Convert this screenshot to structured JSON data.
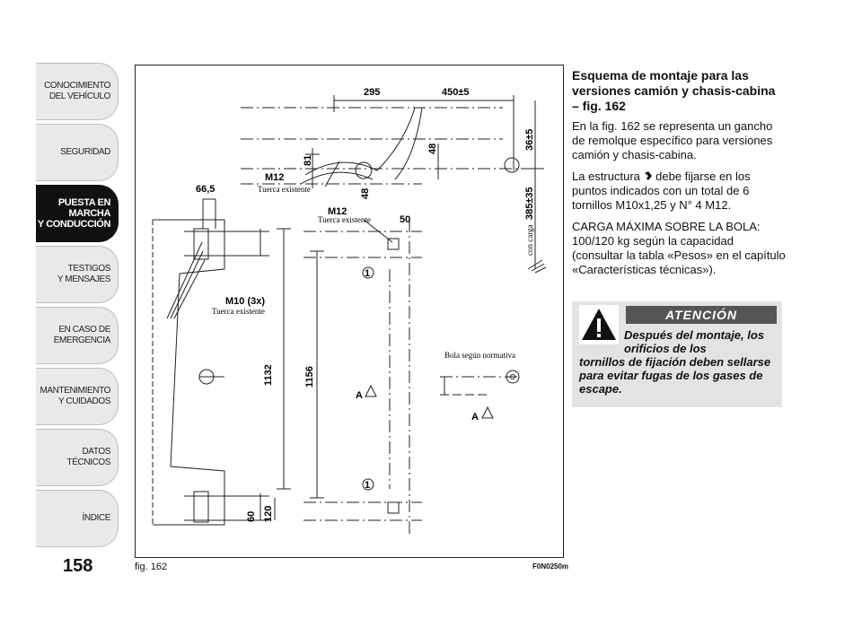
{
  "sidebar": {
    "tabs": [
      {
        "label": "CONOCIMIENTO\nDEL VEHÍCULO",
        "active": false
      },
      {
        "label": "SEGURIDAD",
        "active": false
      },
      {
        "label": "PUESTA EN\nMARCHA\nY CONDUCCIÓN",
        "active": true
      },
      {
        "label": "TESTIGOS\nY MENSAJES",
        "active": false
      },
      {
        "label": "EN CASO DE\nEMERGENCIA",
        "active": false
      },
      {
        "label": "MANTENIMIENTO\nY CUIDADOS",
        "active": false
      },
      {
        "label": "DATOS\nTÉCNICOS",
        "active": false
      },
      {
        "label": "ÍNDICE",
        "active": false
      }
    ]
  },
  "page_number": "158",
  "figure": {
    "label": "fig. 162",
    "code": "F0N0250m",
    "dims": {
      "d295": "295",
      "d450": "450±5",
      "d81": "81",
      "d48a": "48",
      "d48b": "48",
      "d50": "50",
      "d36": "36±5",
      "con_carga": "con carga",
      "d385": "385±35",
      "d66": "66,5",
      "d1132": "1132",
      "d1156": "1156",
      "d60": "60",
      "d120": "120",
      "a1": "A",
      "a2": "A",
      "c1": "1",
      "c2": "1"
    },
    "notes": {
      "m12a": "M12",
      "m12a_sub": "Tuerca existente",
      "m12b": "M12",
      "m12b_sub": "Tuerca existente",
      "m10": "M10 (3x)",
      "m10_sub": "Tuerca existente",
      "bola": "Bola según normativa"
    }
  },
  "content": {
    "title": "Esquema de montaje para las versiones camión y chasis-cabina – fig. 162",
    "p1": "En la fig. 162 se representa un gancho de remolque específico para versiones camión y chasis-cabina.",
    "p2_a": "La estructura",
    "p2_b": "debe fijarse en los puntos indicados con un total de 6 tornillos M10x1,25 y N° 4 M12.",
    "p3": "CARGA MÁXIMA SOBRE LA BOLA: 100/120 kg según la capacidad (consultar la tabla «Pesos» en el capítulo «Características técnicas»)."
  },
  "warning": {
    "heading": "ATENCIÓN",
    "line1": "Después del montaje, los orificios de los",
    "line2": "tornillos de fijación deben sellarse para evitar fugas de los gases de escape."
  }
}
